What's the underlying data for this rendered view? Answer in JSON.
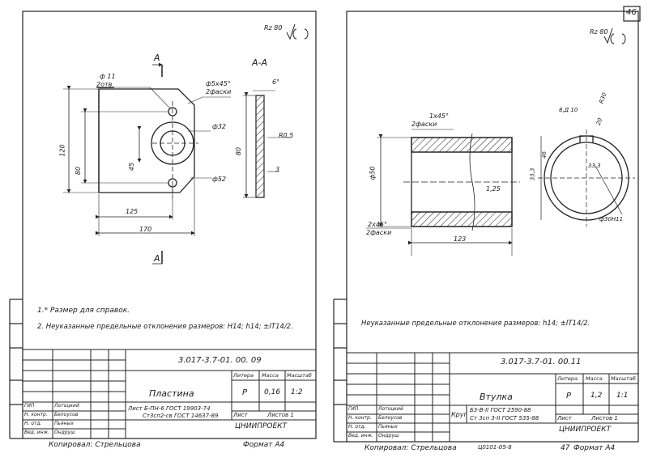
{
  "page_number": "46",
  "sheets": [
    {
      "roughness": "Rz 80",
      "section_label": "А-А",
      "section_mark": "А",
      "dimensions": {
        "hole": "ф 11",
        "hole_count": "2отв.",
        "chamfer": "ф5х45°",
        "chamfer_note": "2фаски",
        "angle": "6°",
        "d32": "ф32",
        "d52": "ф52",
        "h120": "120",
        "h80": "80",
        "h45": "45",
        "w125": "125",
        "w170": "170",
        "thick80": "80",
        "r05": "R0,5",
        "t3": "3"
      },
      "notes": [
        "1.* Размер для справок.",
        "2. Неуказанные предельные отклонения размеров: H14; h14; ±IT14/2."
      ],
      "title_block": {
        "code": "3.017-3.7-01. 00. 09",
        "name": "Пластина",
        "lit_hdr": "Литера",
        "mass_hdr": "Масса",
        "scale_hdr": "Масштаб",
        "lit": "Р",
        "mass": "0,16",
        "scale": "1:2",
        "sheet": "Лист",
        "sheets": "Листов 1",
        "material": [
          "Лист Б-ПН-6 ГОСТ 19903-74",
          "Ст3сп2-св ГОСТ 14637-89"
        ],
        "org": "ЦНИИПРОЕКТ",
        "roles": [
          "ГИП",
          "Н. контр.",
          "Н. отд.",
          "Вед. инж."
        ],
        "names": [
          "Лотоцкий",
          "Белоусов",
          "Пьяных",
          "Ондруш"
        ]
      },
      "copied_by": "Копировал: Стрельцова",
      "format": "Формат А4"
    },
    {
      "roughness": "Rz 80",
      "dimensions": {
        "chamfer": "1х45°",
        "chamfer_note": "2фаски",
        "d50": "ф50",
        "chamfer2": "2х45°",
        "chamfer2_note": "2фаски",
        "l123": "123",
        "r12": "1,25",
        "w8": "8,Д 10",
        "r30": "R30",
        "d20": "20",
        "h33": "33,3",
        "d46": "46",
        "d30": "ф30Н11",
        "d33": "33,3"
      },
      "notes": [
        "Неуказанные предельные отклонения размеров: h14; ±IT14/2."
      ],
      "title_block": {
        "code": "3.017-3.7-01. 00.11",
        "name": "Втулка",
        "lit_hdr": "Литера",
        "mass_hdr": "Масса",
        "scale_hdr": "Масштаб",
        "lit": "Р",
        "mass": "1,2",
        "scale": "1:1",
        "sheet": "Лист",
        "sheets": "Листов 1",
        "material_prefix": "Круг",
        "material": [
          "Б3-В-II ГОСТ 2590-88",
          "Ст 3сп 3-II ГОСТ 535-88"
        ],
        "org": "ЦНИИПРОЕКТ",
        "roles": [
          "ГИП",
          "Н. контр.",
          "Н. отд.",
          "Вед. инж."
        ],
        "names": [
          "Лотоцкий",
          "Белоусов",
          "Пьяных",
          "Ондруш"
        ]
      },
      "copied_by": "Копировал: Стрельцова",
      "inv_no": "Ц0101-05-8",
      "format": "Формат А4",
      "format_no": "47"
    }
  ]
}
